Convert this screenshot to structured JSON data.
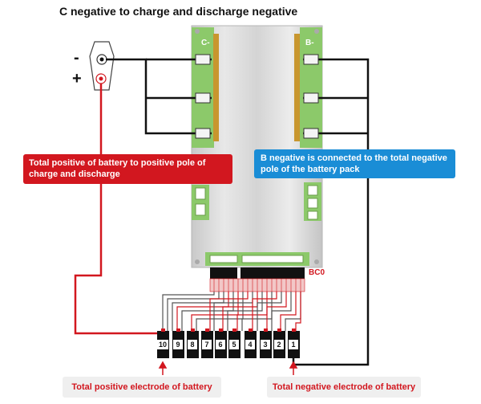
{
  "title": "C negative to charge and discharge negative",
  "callouts": {
    "positive_line1": "Total positive of battery to positive pole of",
    "positive_line2": "charge and discharge",
    "negative_line1": "B negative is connected to the total negative",
    "negative_line2": "pole of the battery pack"
  },
  "board": {
    "c_minus": "C-",
    "b_minus": "B-",
    "connector": "BC0"
  },
  "port": {
    "minus": "-",
    "plus": "+"
  },
  "cells": [
    "10",
    "9",
    "8",
    "7",
    "6",
    "5",
    "4",
    "3",
    "2",
    "1"
  ],
  "bottom_labels": {
    "positive": "Total positive electrode of battery",
    "negative": "Total negative electrode of battery"
  },
  "colors": {
    "positive_wire": "#d2171f",
    "negative_wire": "#111111",
    "callout_red": "#d2171f",
    "callout_blue": "#1a8dd6",
    "pcb_green": "#8cc96a",
    "copper": "#c8962e"
  }
}
